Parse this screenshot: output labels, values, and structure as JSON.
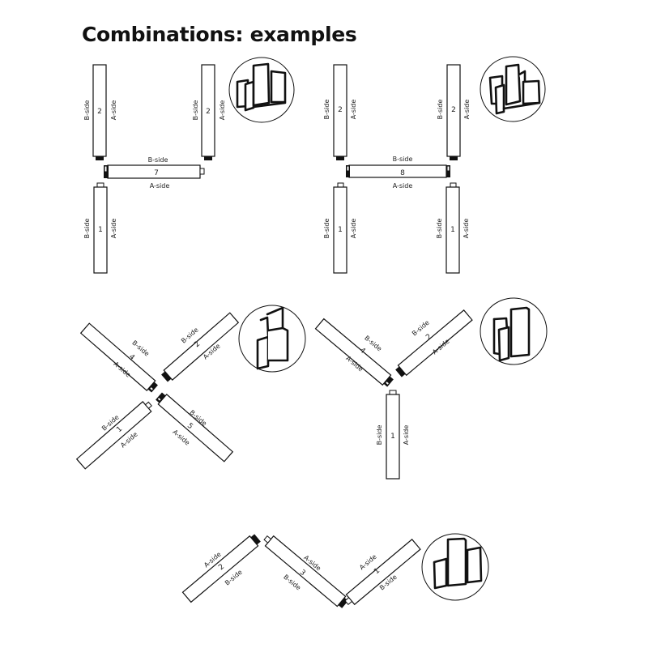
{
  "page": {
    "title": "Combinations: examples"
  },
  "labels": {
    "a_side": "A-side",
    "b_side": "B-side"
  },
  "examples": [
    {
      "name": "example-1-h-shape",
      "panels": [
        {
          "number": "2"
        },
        {
          "number": "2"
        },
        {
          "number": "7"
        },
        {
          "number": "1"
        }
      ],
      "icon": "folding-wall-preview-icon"
    },
    {
      "name": "example-2-double-h",
      "panels": [
        {
          "number": "2"
        },
        {
          "number": "2"
        },
        {
          "number": "8"
        },
        {
          "number": "1"
        },
        {
          "number": "1"
        }
      ],
      "icon": "folding-wall-preview-icon"
    },
    {
      "name": "example-3-x-shape",
      "panels": [
        {
          "number": "4"
        },
        {
          "number": "2"
        },
        {
          "number": "1"
        },
        {
          "number": "5"
        }
      ],
      "icon": "folding-wall-preview-icon"
    },
    {
      "name": "example-4-y-shape",
      "panels": [
        {
          "number": "4"
        },
        {
          "number": "2"
        },
        {
          "number": "1"
        }
      ],
      "icon": "folding-wall-preview-icon"
    },
    {
      "name": "example-5-zigzag",
      "panels": [
        {
          "number": "2"
        },
        {
          "number": "3"
        },
        {
          "number": "1"
        }
      ],
      "icon": "folding-wall-preview-icon"
    }
  ]
}
